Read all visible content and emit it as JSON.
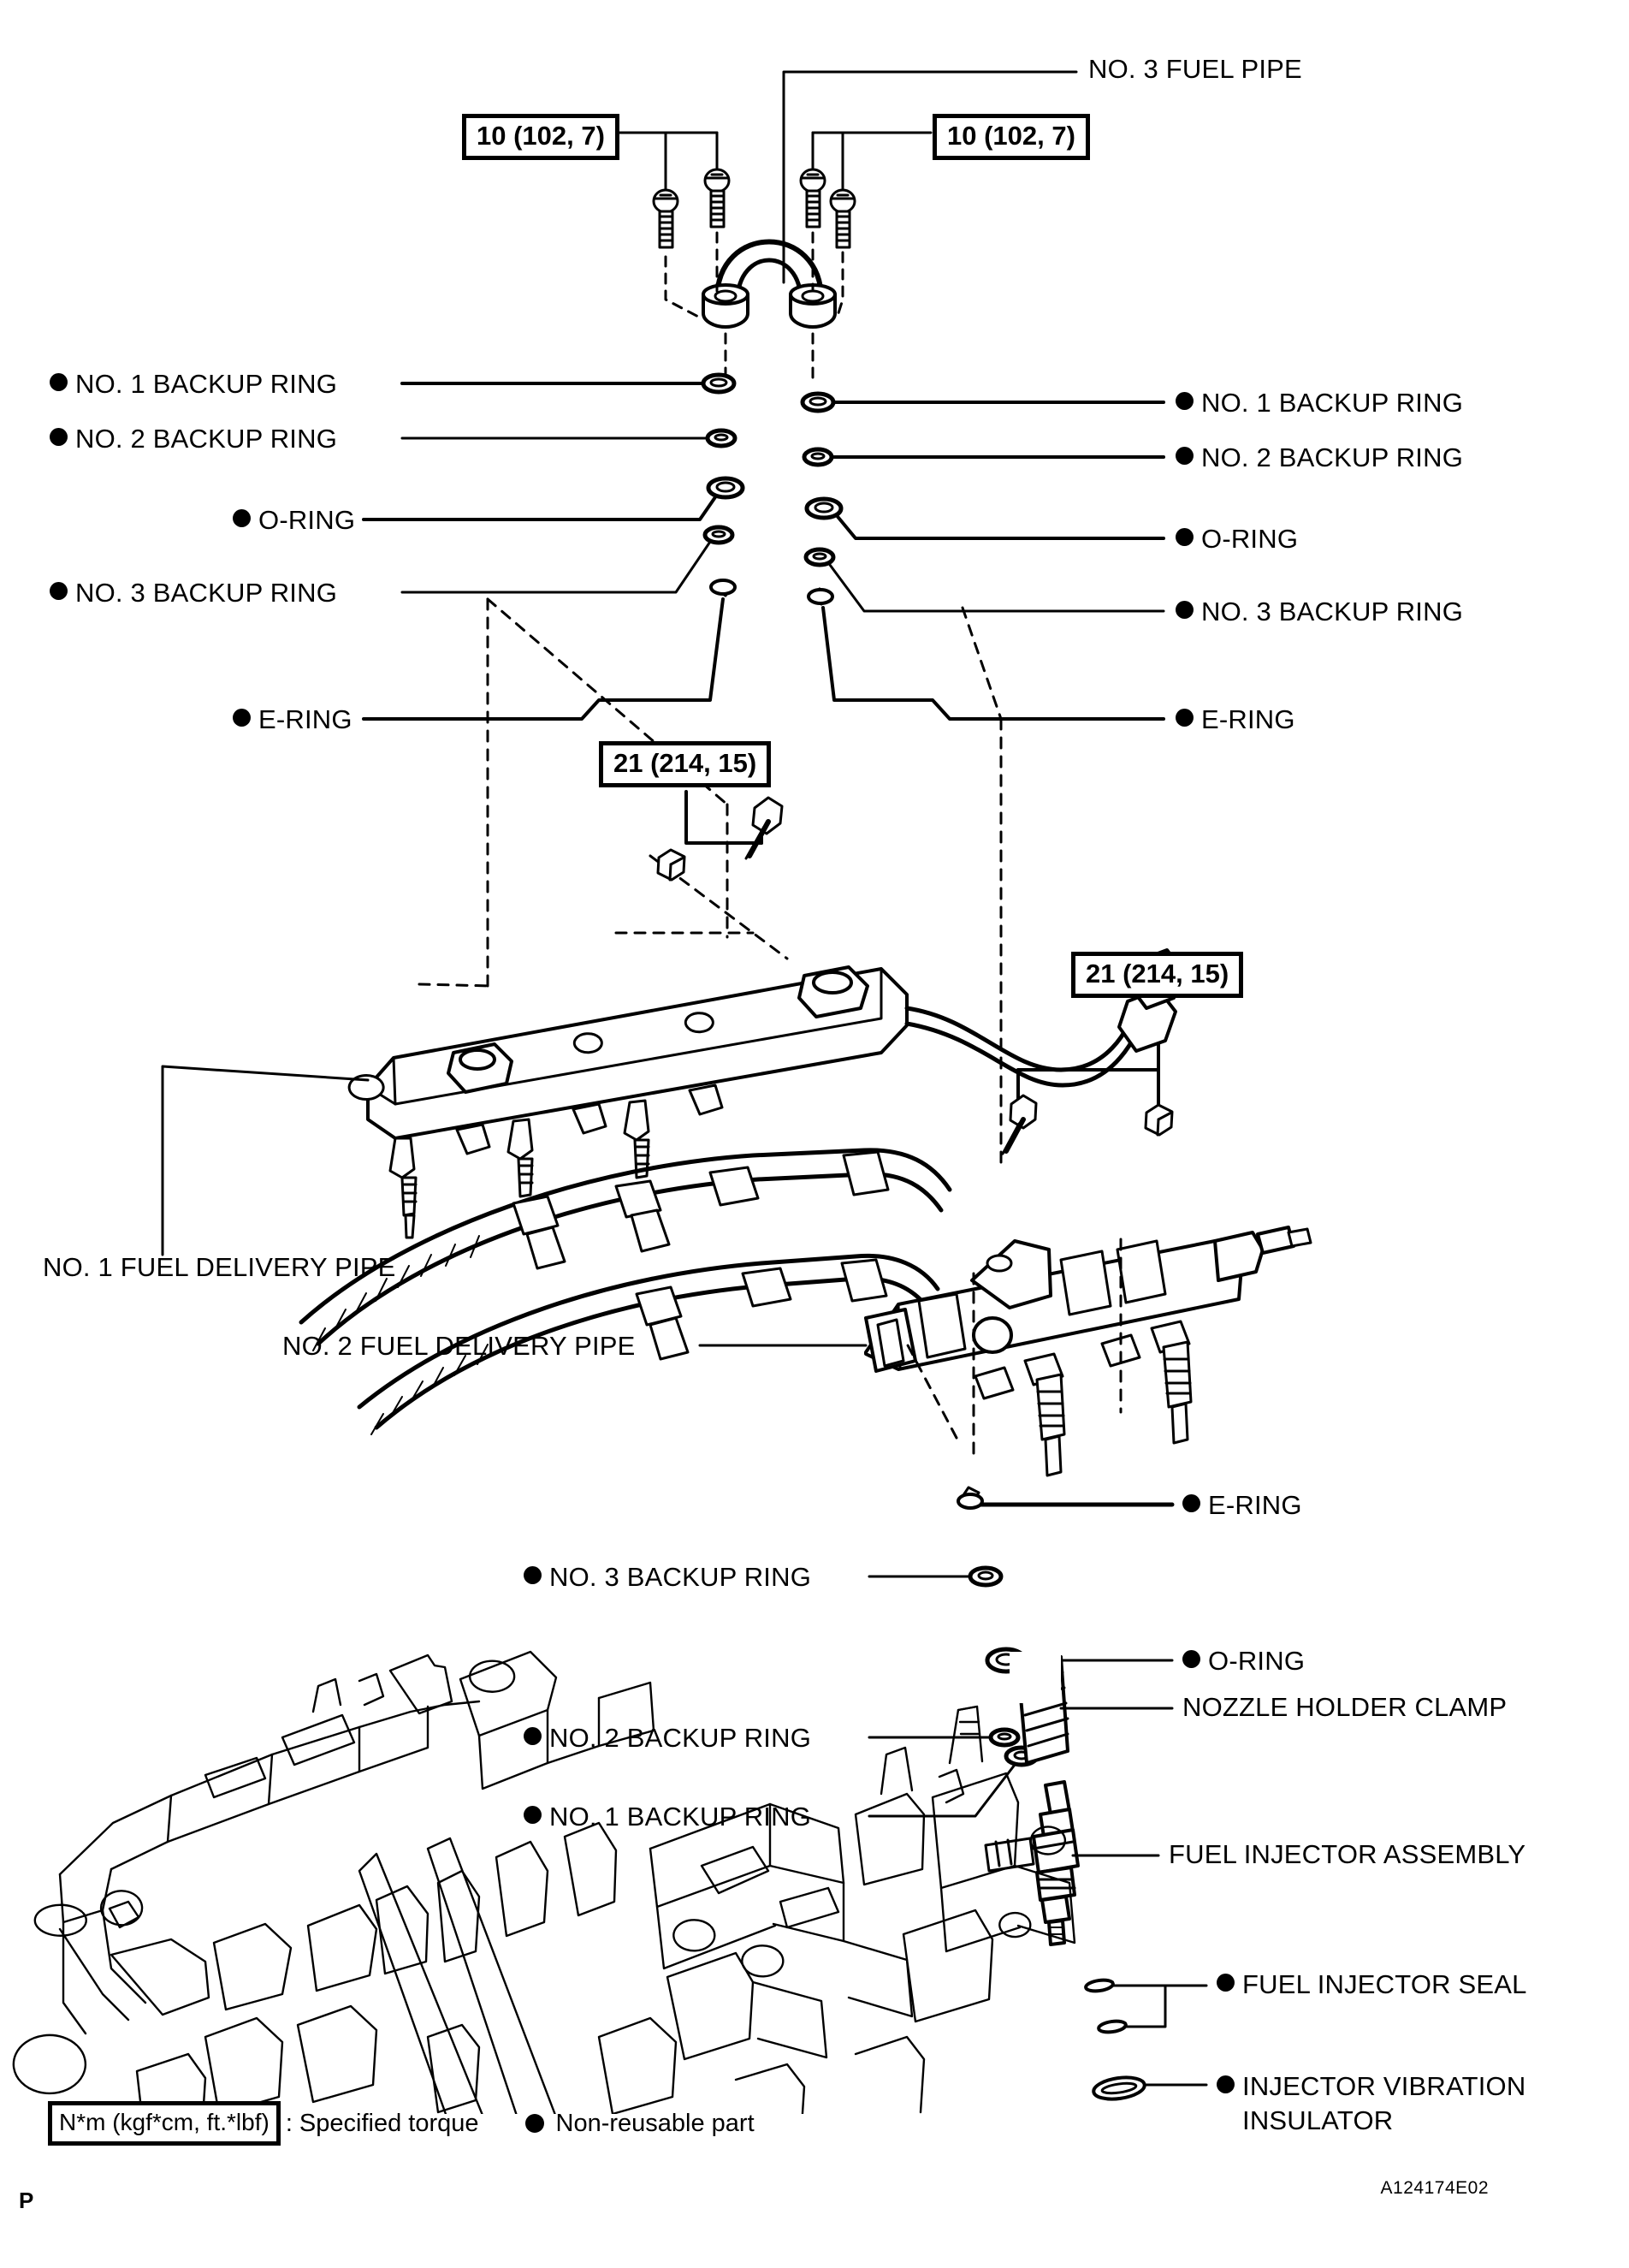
{
  "diagram": {
    "title": "NO. 3 FUEL PIPE",
    "reference_code": "A124174E02",
    "page_mark": "P"
  },
  "torque_specs": [
    {
      "id": "t1",
      "value": "10 (102, 7)"
    },
    {
      "id": "t2",
      "value": "10 (102, 7)"
    },
    {
      "id": "t3",
      "value": "21 (214, 15)"
    },
    {
      "id": "t4",
      "value": "21 (214, 15)"
    }
  ],
  "callouts": {
    "top": {
      "label": "NO. 3 FUEL PIPE"
    },
    "left_column": [
      {
        "label": "NO. 1 BACKUP RING",
        "bullet": true
      },
      {
        "label": "NO. 2 BACKUP RING",
        "bullet": true
      },
      {
        "label": "O-RING",
        "bullet": true
      },
      {
        "label": "NO. 3 BACKUP RING",
        "bullet": true
      },
      {
        "label": "E-RING",
        "bullet": true
      }
    ],
    "right_column": [
      {
        "label": "NO. 1 BACKUP RING",
        "bullet": true
      },
      {
        "label": "NO. 2 BACKUP RING",
        "bullet": true
      },
      {
        "label": "O-RING",
        "bullet": true
      },
      {
        "label": "NO. 3 BACKUP RING",
        "bullet": true
      },
      {
        "label": "E-RING",
        "bullet": true
      }
    ],
    "pipes": [
      {
        "label": "NO. 1 FUEL DELIVERY PIPE",
        "bullet": false
      },
      {
        "label": "NO. 2 FUEL DELIVERY PIPE",
        "bullet": false
      }
    ],
    "lower_left_column": [
      {
        "label": "NO. 3 BACKUP RING",
        "bullet": true
      },
      {
        "label": "NO. 2 BACKUP RING",
        "bullet": true
      },
      {
        "label": "NO. 1 BACKUP RING",
        "bullet": true
      }
    ],
    "lower_right_column": [
      {
        "label": "E-RING",
        "bullet": true
      },
      {
        "label": "O-RING",
        "bullet": true
      },
      {
        "label": "NOZZLE HOLDER CLAMP",
        "bullet": false
      },
      {
        "label": "FUEL INJECTOR ASSEMBLY",
        "bullet": false
      },
      {
        "label": "FUEL INJECTOR SEAL",
        "bullet": true
      },
      {
        "label": "INJECTOR VIBRATION",
        "label2": "INSULATOR",
        "bullet": true
      }
    ]
  },
  "legend": {
    "torque_box": "N*m (kgf*cm, ft.*lbf)",
    "torque_text": ": Specified torque",
    "non_reusable_text": "Non-reusable part"
  },
  "colors": {
    "ink": "#000000",
    "paper": "#ffffff"
  }
}
